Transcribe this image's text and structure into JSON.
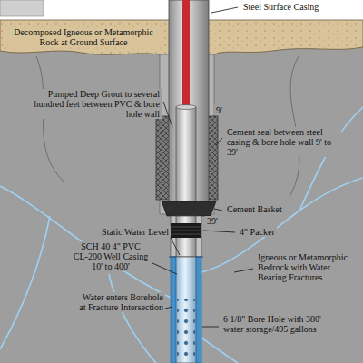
{
  "diagram": {
    "labels": [
      "Steel Surface Casing",
      "Decomposed Igneous or Metamorphic Rock at Ground Surface",
      "Pumped Deep Grout to several hundred feet between PVC & bore hole wall",
      "9'",
      "Cement seal between steel casing & bore hole wall 9' to 39'",
      "Cement Basket",
      "39'",
      "4\" Packer",
      "Static Water Level",
      "Igneous or Metamorphic Bedrock with Water Bearing Fractures",
      "SCH 40 4\" PVC CL-200 Well Casing 10' to 400'",
      "Water enters Borehole at Fracture Intersection",
      "6 1/8\" Bore Hole with 380' water storage/495 gallons"
    ]
  }
}
